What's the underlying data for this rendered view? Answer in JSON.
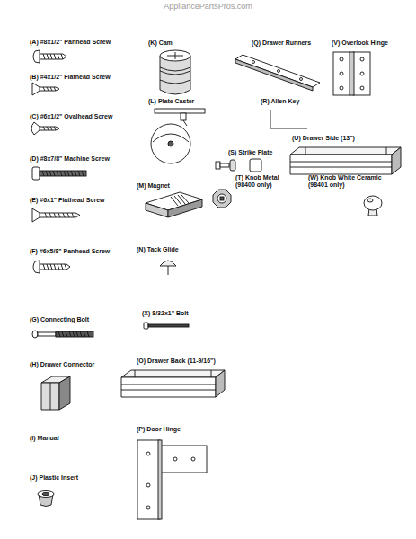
{
  "diagram": {
    "labels": [
      "AppliancePartsPros.com",
      "(A) #8x1/2\" Panhead Screw",
      "(K) Cam",
      "(Q) Drawer Runners",
      "(V) Overlook Hinge",
      "(B) #4x1/2\" Flathead Screw",
      "(L) Plate Caster",
      "(R) Allen Key",
      "(C) #6x1/2\" Ovalhead Screw",
      "(U) Drawer Side (13\")",
      "(S) Strike Plate",
      "(D) #8x7/8\" Machine Screw",
      "(M) Magnet",
      "(T) Knob Metal (98400 only)",
      "(W) Knob White Ceramic (98401 only)",
      "(E) #6x1\" Flathead Screw",
      "(F) #6x5/8\" Panhead Screw",
      "(N) Tack Glide",
      "(G) Connecting Bolt",
      "(X) 8/32x1\" Bolt",
      "(H) Drawer Connector",
      "(O) Drawer Back (11-9/16\")",
      "(I) Manual",
      "(P) Door Hinge",
      "(J) Plastic Insert"
    ]
  }
}
